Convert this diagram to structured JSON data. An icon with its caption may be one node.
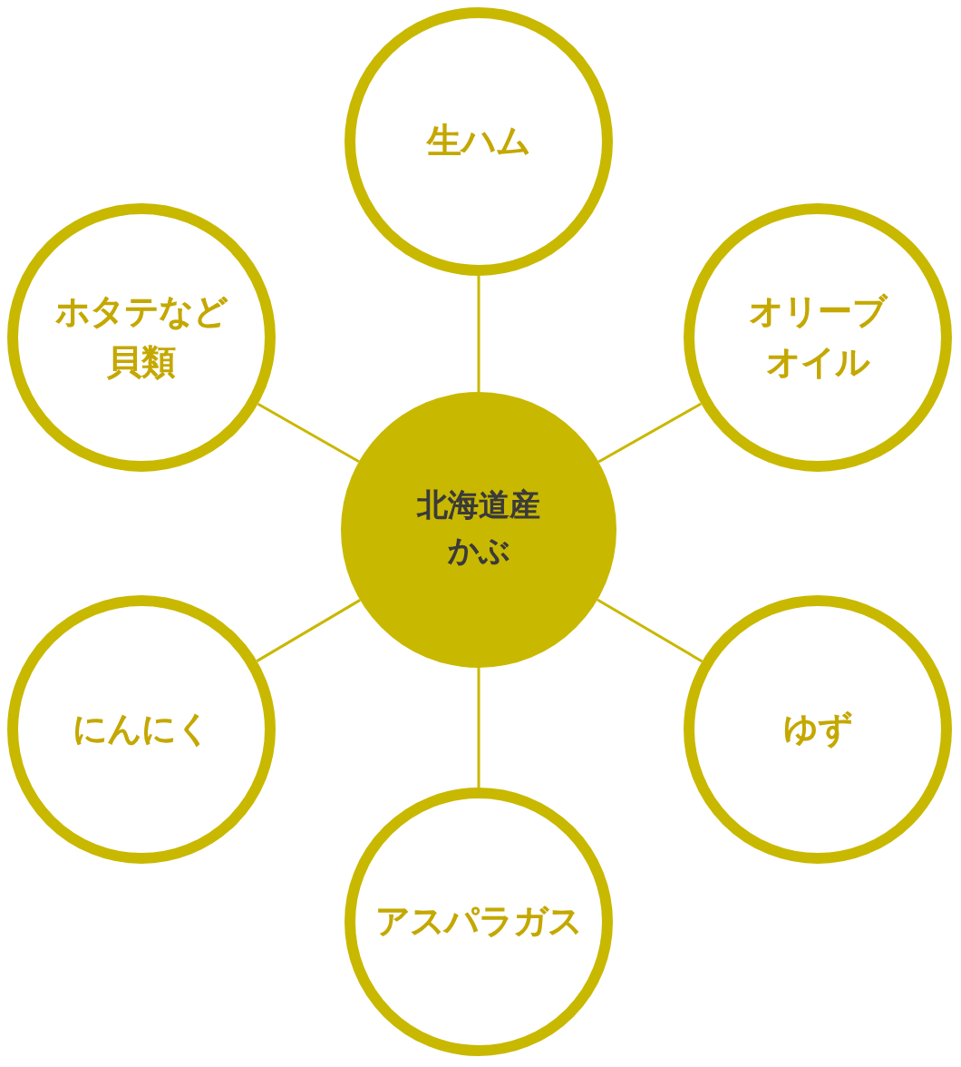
{
  "diagram": {
    "nodes": [
      {
        "text": [
          "北海道産かぶ"
        ]
      },
      {
        "text": [
          "生ハム"
        ]
      },
      {
        "text": [
          "ホタテなど貝類"
        ]
      },
      {
        "text": [
          "オリーブオイル"
        ]
      },
      {
        "text": [
          "にんにく"
        ]
      },
      {
        "text": [
          "ゆず"
        ]
      },
      {
        "text": [
          "アスパラガス"
        ]
      }
    ],
    "edges": [
      {
        "from": 0,
        "to": 1,
        "arrow": "none"
      },
      {
        "from": 0,
        "to": 2,
        "arrow": "none"
      },
      {
        "from": 0,
        "to": 3,
        "arrow": "none"
      },
      {
        "from": 0,
        "to": 4,
        "arrow": "none"
      },
      {
        "from": 0,
        "to": 5,
        "arrow": "none"
      },
      {
        "from": 0,
        "to": 6,
        "arrow": "none"
      }
    ]
  }
}
